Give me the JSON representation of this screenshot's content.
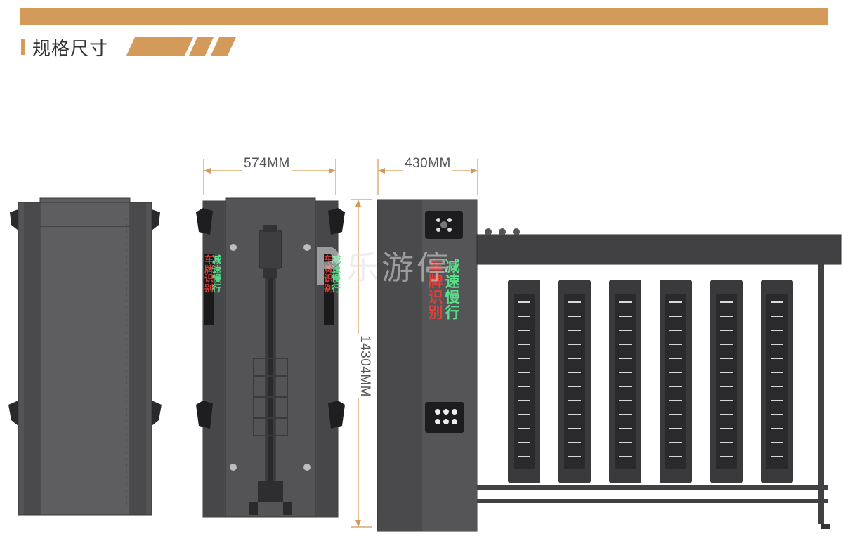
{
  "header": {
    "section_title": "规格尺寸"
  },
  "dimensions": {
    "width_front": "574MM",
    "width_side": "430MM",
    "length": "14304MM"
  },
  "led_display": {
    "red_chars": [
      "车",
      "牌",
      "识",
      "别"
    ],
    "green_chars": [
      "减",
      "速",
      "慢",
      "行"
    ]
  },
  "watermark": {
    "text": "乐游停"
  },
  "colors": {
    "accent": "#d39a5a",
    "body_dark": "#4a4a4c",
    "body_mid": "#5c5c5e",
    "led_red": "#e0403a",
    "led_green": "#58e08a"
  }
}
